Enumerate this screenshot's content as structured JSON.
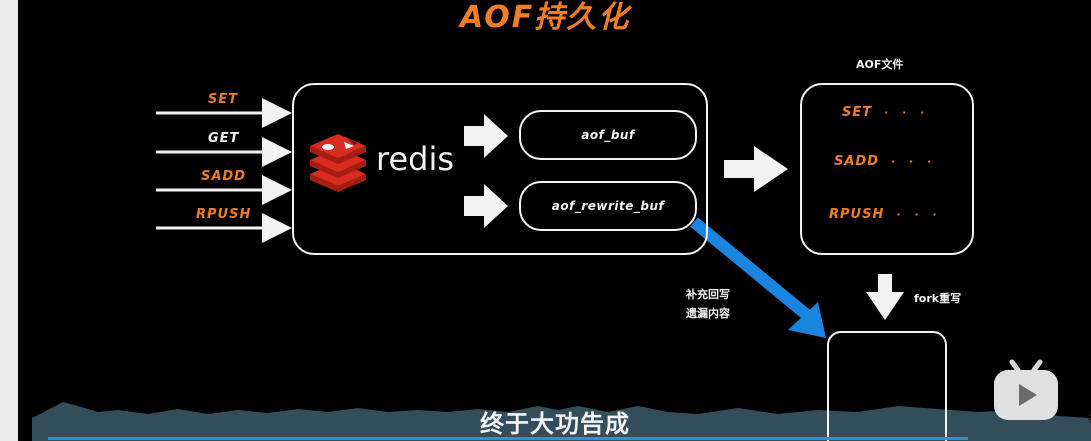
{
  "title": "AOF持久化",
  "inputs": [
    {
      "label": "SET",
      "color": "#ee7d25"
    },
    {
      "label": "GET",
      "color": "#f2f2f2"
    },
    {
      "label": "SADD",
      "color": "#ee7d25"
    },
    {
      "label": "RPUSH",
      "color": "#ee7d25"
    }
  ],
  "redis": {
    "logo_icon": "redis-logo-icon",
    "wordmark": "redis"
  },
  "buffers": {
    "aof_buf": "aof_buf",
    "aof_rewrite_buf": "aof_rewrite_buf"
  },
  "aof_file": {
    "title": "AOF文件",
    "rows": [
      {
        "cmd": "SET",
        "dots": "· · ·"
      },
      {
        "cmd": "SADD",
        "dots": "· · ·"
      },
      {
        "cmd": "RPUSH",
        "dots": "· · ·"
      }
    ]
  },
  "fork_label": "fork重写",
  "supplement_label": [
    "补充回写",
    "遗漏内容"
  ],
  "subtitle": "终于大功告成",
  "colors": {
    "accent": "#ee7d25",
    "arrow_blue": "#1a84de",
    "background": "#000000"
  },
  "overlay_icon": "bilibili-tv-icon",
  "corner_glyph": "#"
}
